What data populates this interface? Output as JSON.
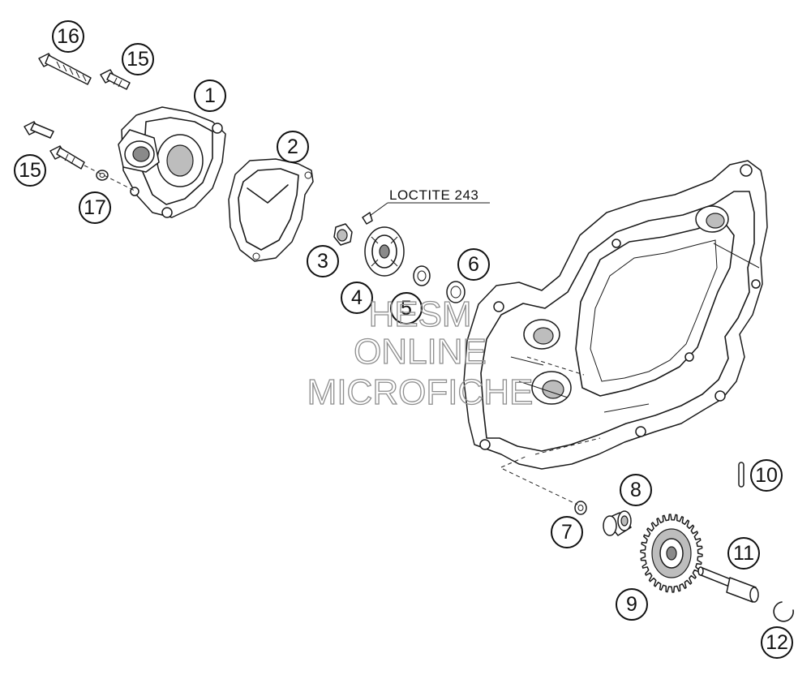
{
  "callouts": [
    "1",
    "2",
    "3",
    "4",
    "5",
    "6",
    "7",
    "8",
    "9",
    "10",
    "11",
    "12",
    "15",
    "15",
    "16",
    "17"
  ],
  "note": {
    "text": "LOCTITE 243"
  },
  "watermark": {
    "line1": "HESM",
    "line2": "ONLINE",
    "line3": "MICROFICHE"
  }
}
